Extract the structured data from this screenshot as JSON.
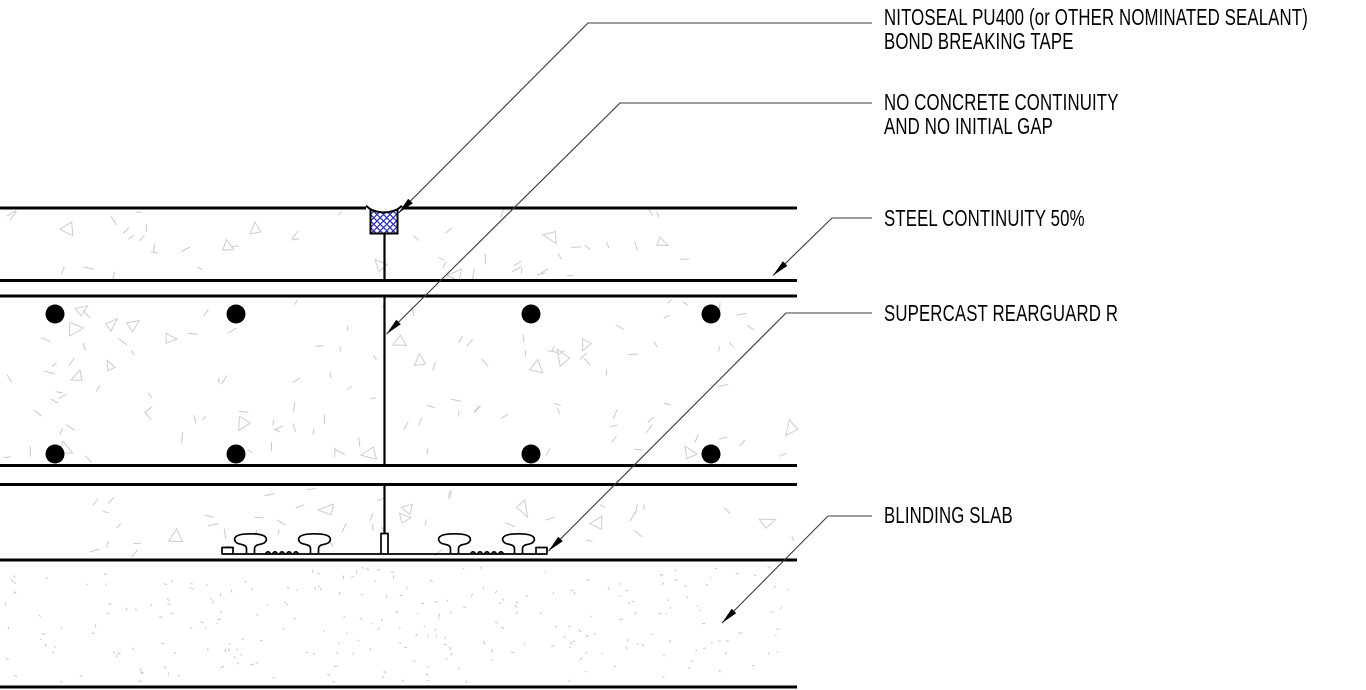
{
  "annotations": {
    "sealant_tape": {
      "line1": "NITOSEAL PU400 (or OTHER NOMINATED SEALANT)",
      "line2": "BOND BREAKING TAPE"
    },
    "no_continuity": {
      "line1": "NO CONCRETE CONTINUITY",
      "line2": "AND NO INITIAL GAP"
    },
    "steel_continuity": {
      "line1": "STEEL CONTINUITY 50%"
    },
    "supercast": {
      "line1": "SUPERCAST REARGUARD R"
    },
    "blinding": {
      "line1": "BLINDING SLAB"
    }
  },
  "colors": {
    "drawing_line": "#000000",
    "leader_line": "#3a3a3a",
    "concrete_stipple": "#c9c9c9",
    "concrete_triangle": "#cdcdcd",
    "blinding_speck": "#c6c6c6",
    "sealant_hatch_blue": "#2a2ab4",
    "paper_white": "#ffffff"
  }
}
